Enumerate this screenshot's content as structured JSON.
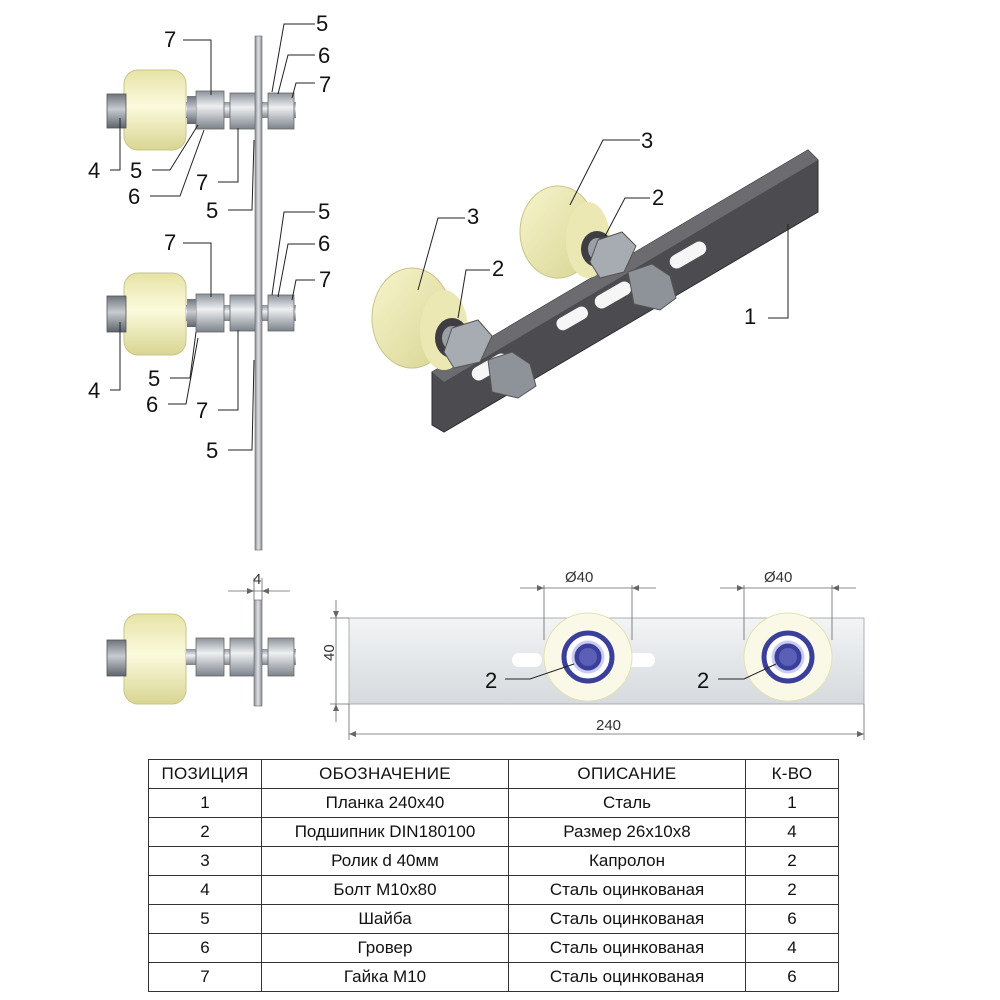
{
  "callouts": {
    "top_view": [
      "7",
      "5",
      "6",
      "7",
      "4",
      "5",
      "6",
      "7",
      "5"
    ],
    "middle_view": [
      "7",
      "5",
      "6",
      "7",
      "4",
      "5",
      "6",
      "7",
      "5"
    ],
    "iso_view": [
      "3",
      "2",
      "3",
      "2",
      "1"
    ],
    "front_view": [
      "2",
      "2"
    ]
  },
  "dimensions": {
    "thickness": "4",
    "diameter_left": "Ø40",
    "diameter_right": "Ø40",
    "height": "40",
    "length": "240"
  },
  "table": {
    "headers": [
      "ПОЗИЦИЯ",
      "ОБОЗНАЧЕНИЕ",
      "ОПИСАНИЕ",
      "К-ВО"
    ],
    "rows": [
      {
        "pos": "1",
        "designation": "Планка 240x40",
        "description": "Сталь",
        "qty": "1"
      },
      {
        "pos": "2",
        "designation": "Подшипник DIN180100",
        "description": "Размер 26x10x8",
        "qty": "4"
      },
      {
        "pos": "3",
        "designation": "Ролик d 40мм",
        "description": "Капролон",
        "qty": "2"
      },
      {
        "pos": "4",
        "designation": "Болт M10x80",
        "description": "Сталь оцинкованая",
        "qty": "2"
      },
      {
        "pos": "5",
        "designation": "Шайба",
        "description": "Сталь оцинкованая",
        "qty": "6"
      },
      {
        "pos": "6",
        "designation": "Гровер",
        "description": "Сталь оцинкованая",
        "qty": "4"
      },
      {
        "pos": "7",
        "designation": "Гайка M10",
        "description": "Сталь оцинкованая",
        "qty": "6"
      }
    ]
  },
  "colors": {
    "roller": "#efedb8",
    "steel": "#b9bec5",
    "plate": "#4a4a4d",
    "plate_front": "#e4e7ea",
    "bearing": "#3a3f9a"
  }
}
